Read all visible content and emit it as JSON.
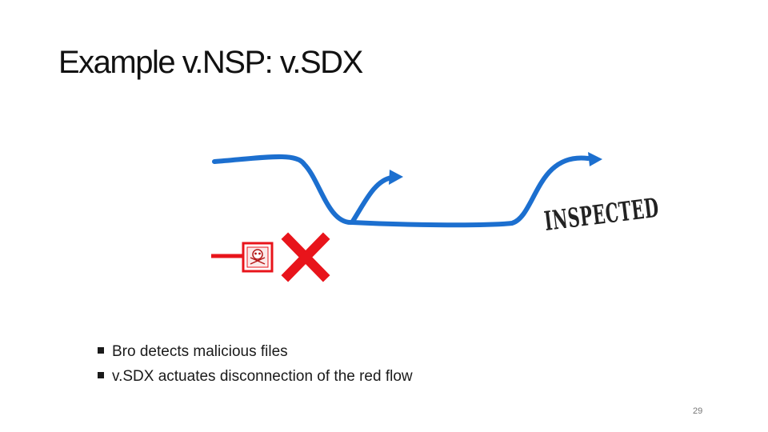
{
  "slide": {
    "title": "Example v.NSP: v.SDX",
    "bullets": [
      "Bro detects malicious files",
      "v.SDX actuates disconnection of the red flow"
    ],
    "page_number": "29"
  },
  "figure": {
    "stamp_text": "INSPECTED",
    "colors": {
      "blue_flow": "#1c6fcf",
      "red_flow": "#e8141b",
      "stamp": "#222222"
    },
    "icons": [
      "skull-crossbones-icon",
      "red-x-icon",
      "arrow-icon"
    ]
  }
}
